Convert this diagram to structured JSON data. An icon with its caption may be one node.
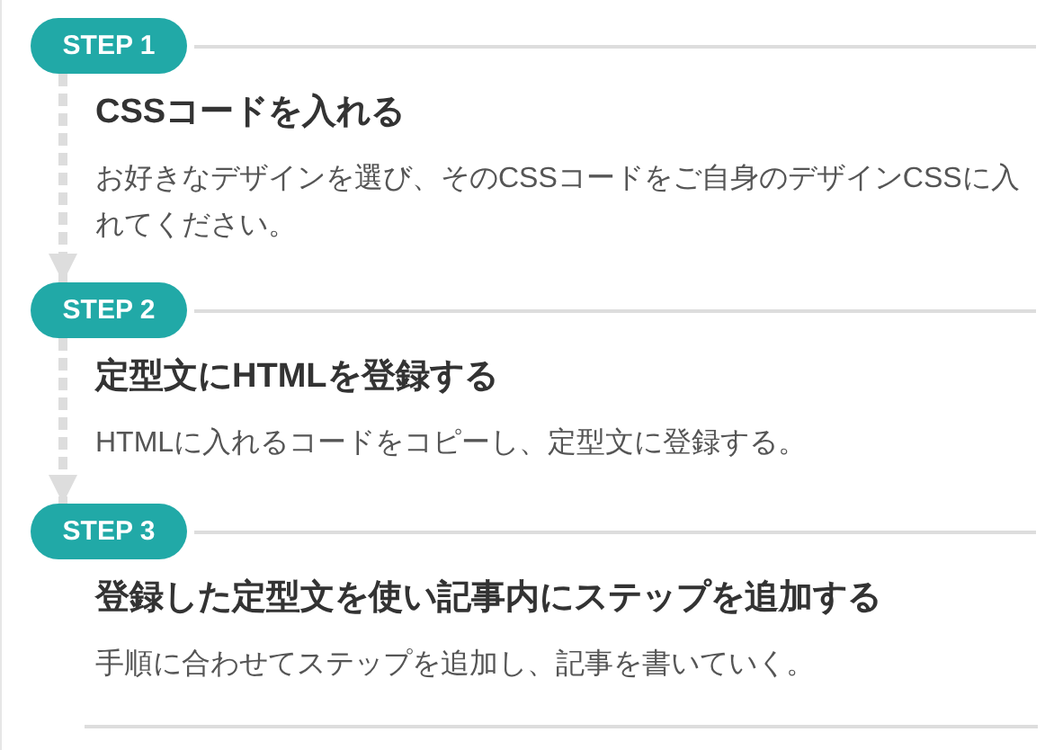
{
  "diagram": {
    "nodes": [
      {
        "text": [
          "STEP 1"
        ],
        "beside": [
          "CSSコードを入れる",
          "お好きなデザインを選び、そのCSSコードをご自身のデザインCSSに入れてください。"
        ]
      },
      {
        "text": [
          "STEP 2"
        ],
        "beside": [
          "定型文にHTMLを登録する",
          "HTMLに入れるコードをコピーし、定型文に登録する。"
        ]
      },
      {
        "text": [
          "STEP 3"
        ],
        "beside": [
          "登録した定型文を使い記事内にステップを追加する",
          "手順に合わせてステップを追加し、記事を書いていく。"
        ]
      }
    ],
    "edges": [
      {
        "from": 0,
        "to": 1,
        "arrow": "to",
        "style": "dashed"
      },
      {
        "from": 1,
        "to": 2,
        "arrow": "to",
        "style": "dashed"
      }
    ]
  }
}
